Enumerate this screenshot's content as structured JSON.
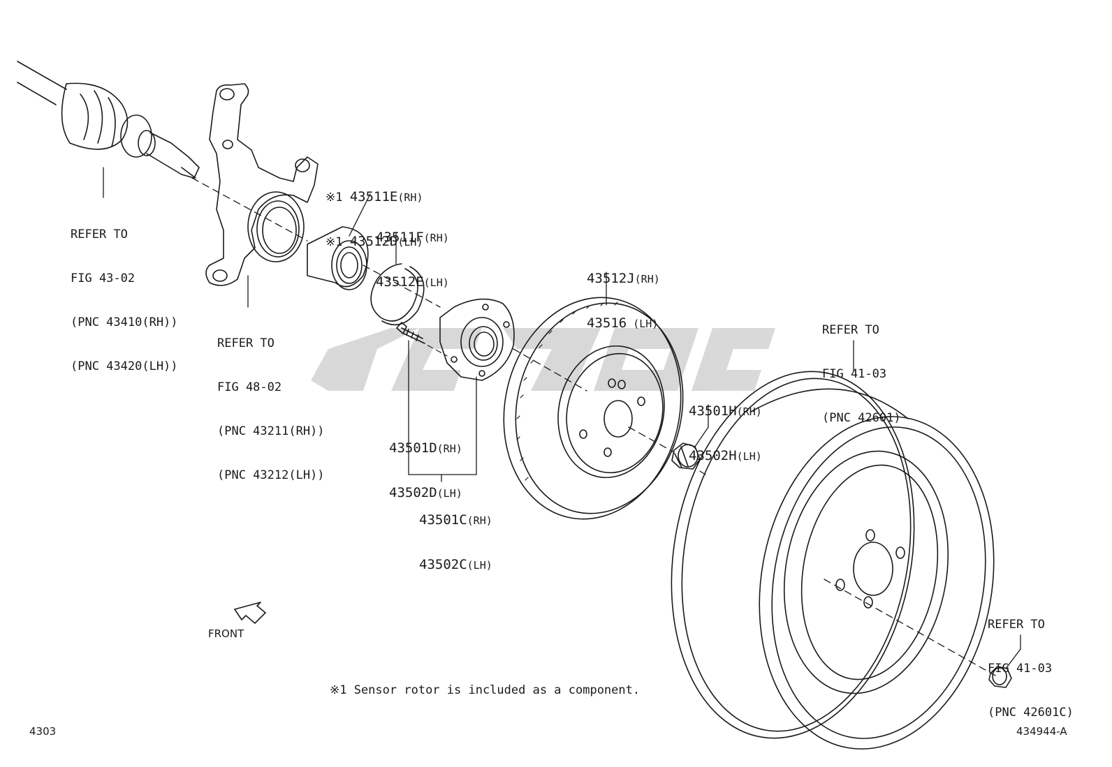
{
  "colors": {
    "ink": "#1a1a1a",
    "watermark": "#cfcfcf"
  },
  "labels": {
    "driveshaft_ref": [
      "REFER TO",
      "FIG 43-02",
      "(PNC 43410(RH))",
      "(PNC 43420(LH))"
    ],
    "knuckle_ref": [
      "REFER TO",
      "FIG 48-02",
      "(PNC 43211(RH))",
      "(PNC 43212(LH))"
    ],
    "bearing": {
      "mark": "※1",
      "pnc_rh": "43511E",
      "side_rh": "(RH)",
      "pnc_lh": "43512D",
      "side_lh": "(LH)"
    },
    "snap_ring": {
      "pnc_rh": "43511F",
      "side_rh": "(RH)",
      "pnc_lh": "43512E",
      "side_lh": "(LH)"
    },
    "rotor": {
      "pnc_rh": "43512J",
      "side_rh": "(RH)",
      "pnc_lh": "43516",
      "side_lh": "(LH)"
    },
    "hub_bolt": {
      "pnc_rh": "43501D",
      "side_rh": "(RH)",
      "pnc_lh": "43502D",
      "side_lh": "(LH)"
    },
    "hub_assy": {
      "pnc_rh": "43501C",
      "side_rh": "(RH)",
      "pnc_lh": "43502C",
      "side_lh": "(LH)"
    },
    "hub_nut": {
      "pnc_rh": "43501H",
      "side_rh": "(RH)",
      "pnc_lh": "43502H",
      "side_lh": "(LH)"
    },
    "wheel_ref": [
      "REFER TO",
      "FIG 41-03",
      "(PNC 42601)"
    ],
    "wheel_nut_ref": [
      "REFER TO",
      "FIG 41-03",
      "(PNC 42601C)"
    ]
  },
  "front_label": "FRONT",
  "footnote": "※1 Sensor rotor is included as a component.",
  "page_code_left": "4303",
  "page_code_right": "434944-A"
}
